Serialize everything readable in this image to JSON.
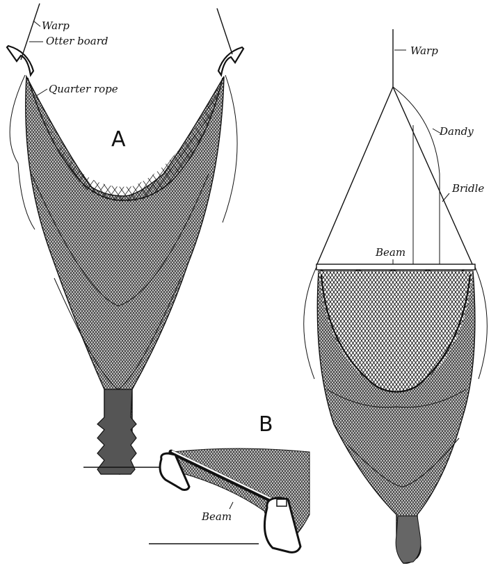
{
  "figure_a": {
    "letter": "A",
    "labels": {
      "warp": "Warp",
      "otter_board": "Otter board",
      "quarter_rope": "Quarter rope"
    }
  },
  "figure_b": {
    "letter": "B",
    "labels": {
      "warp": "Warp",
      "dandy": "Dandy",
      "bridle": "Bridle",
      "beam": "Beam"
    },
    "detail_labels": {
      "beam": "Beam"
    }
  },
  "colors": {
    "ink": "#111111",
    "paper": "#ffffff"
  }
}
